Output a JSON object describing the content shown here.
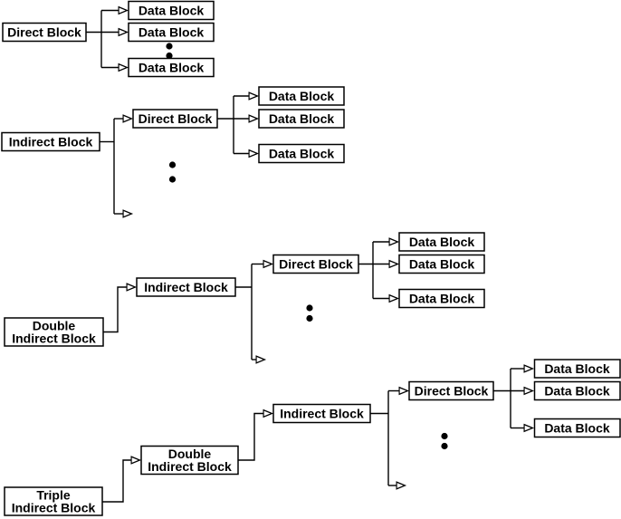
{
  "diagram_title": "",
  "colors": {
    "background": "#ffffff",
    "line": "#000000",
    "box_fill": "#ffffff",
    "text": "#000000"
  },
  "sections": {
    "s1": {
      "root": {
        "label": "Direct Block"
      },
      "data1": {
        "label": "Data Block"
      },
      "data2": {
        "label": "Data Block"
      },
      "data3": {
        "label": "Data Block"
      },
      "has_ellipsis_between_data_blocks": true
    },
    "s2": {
      "root": {
        "label": "Indirect Block"
      },
      "direct": {
        "label": "Direct Block"
      },
      "data1": {
        "label": "Data Block"
      },
      "data2": {
        "label": "Data Block"
      },
      "data3": {
        "label": "Data Block"
      },
      "has_ellipsis_below_direct": true,
      "has_continuation_arrow": true
    },
    "s3": {
      "root": {
        "line1": "Double",
        "line2": "Indirect Block"
      },
      "indirect": {
        "label": "Indirect Block"
      },
      "direct": {
        "label": "Direct Block"
      },
      "data1": {
        "label": "Data Block"
      },
      "data2": {
        "label": "Data Block"
      },
      "data3": {
        "label": "Data Block"
      },
      "has_ellipsis_below_direct": true,
      "has_continuation_arrow": true
    },
    "s4": {
      "root": {
        "line1": "Triple",
        "line2": "Indirect Block"
      },
      "double": {
        "line1": "Double",
        "line2": "Indirect Block"
      },
      "indirect": {
        "label": "Indirect Block"
      },
      "direct": {
        "label": "Direct Block"
      },
      "data1": {
        "label": "Data Block"
      },
      "data2": {
        "label": "Data Block"
      },
      "data3": {
        "label": "Data Block"
      },
      "has_ellipsis_below_direct": true,
      "has_continuation_arrow": true
    }
  }
}
